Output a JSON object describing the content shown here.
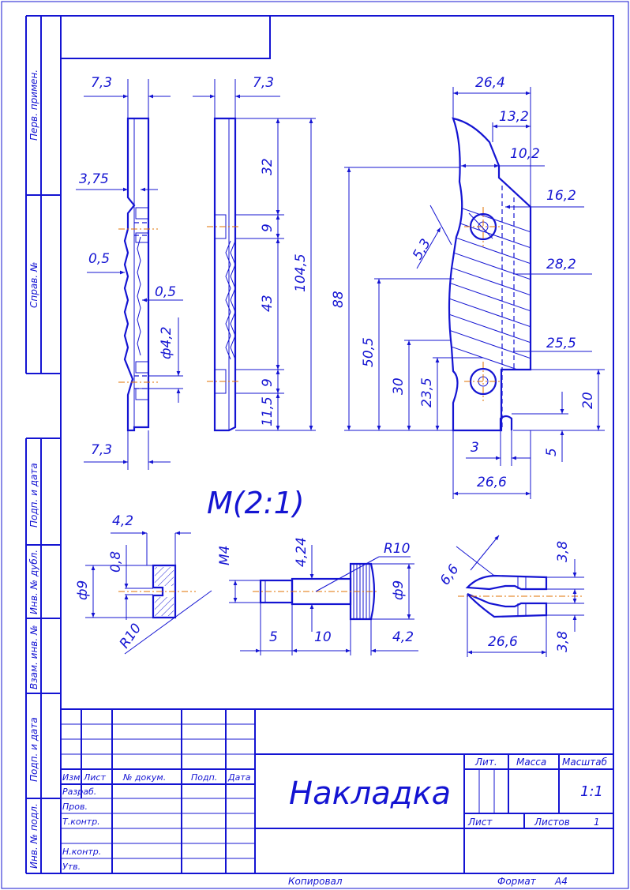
{
  "colors": {
    "ink": "#1414d2",
    "axis": "#e07000",
    "hatch": "#1414d2"
  },
  "dims": {
    "d73a": "7,3",
    "d73b": "7,3",
    "d73c": "7,3",
    "d375": "3,75",
    "d05a": "0,5",
    "d05b": "0,5",
    "dphi42": "ф4,2",
    "d32": "32",
    "d9a": "9",
    "d43": "43",
    "d1045": "104,5",
    "d9b": "9",
    "d115": "11,5",
    "d88": "88",
    "d264": "26,4",
    "d132": "13,2",
    "d102": "10,2",
    "d162": "16,2",
    "d53": "5,3",
    "d282": "28,2",
    "d505": "50,5",
    "d30": "30",
    "d235": "23,5",
    "d255": "25,5",
    "d20": "20",
    "d3": "3",
    "d5": "5",
    "d266a": "26,6",
    "d42a": "4,2",
    "d08": "0,8",
    "dphi9a": "ф9",
    "dr10a": "R10",
    "dM4": "M4",
    "d424": "4,24",
    "dr10b": "R10",
    "dphi9b": "ф9",
    "d5b": "5",
    "d10": "10",
    "d42b": "4,2",
    "d66": "6,6",
    "d38a": "3,8",
    "d38b": "3,8",
    "d266b": "26,6"
  },
  "scale_label": "M(2:1)",
  "side_labels": {
    "perv_primen": "Перв. примен.",
    "sprav_no": "Справ. №",
    "podp_data_1": "Подп. и дата",
    "inv_dubl": "Инв. № дубл.",
    "vzam_inv": "Взам. инв. №",
    "podp_data_2": "Подп. и дата",
    "inv_podl": "Инв. № подл."
  },
  "title_block": {
    "col_izm": "Изм.",
    "col_list": "Лист",
    "col_doc": "№ докум.",
    "col_podp": "Подп.",
    "col_data": "Дата",
    "row_razrab": "Разраб.",
    "row_prov": "Пров.",
    "row_tkontr": "Т.контр.",
    "row_nkontr": "Н.контр.",
    "row_utv": "Утв.",
    "name": "Накладка",
    "lit": "Лит.",
    "massa": "Масса",
    "masshtab": "Масштаб",
    "scale": "1:1",
    "list": "Лист",
    "listov": "Листов",
    "listov_value": "1"
  },
  "footer": {
    "copied": "Копировал",
    "format": "Формат",
    "format_value": "А4"
  }
}
